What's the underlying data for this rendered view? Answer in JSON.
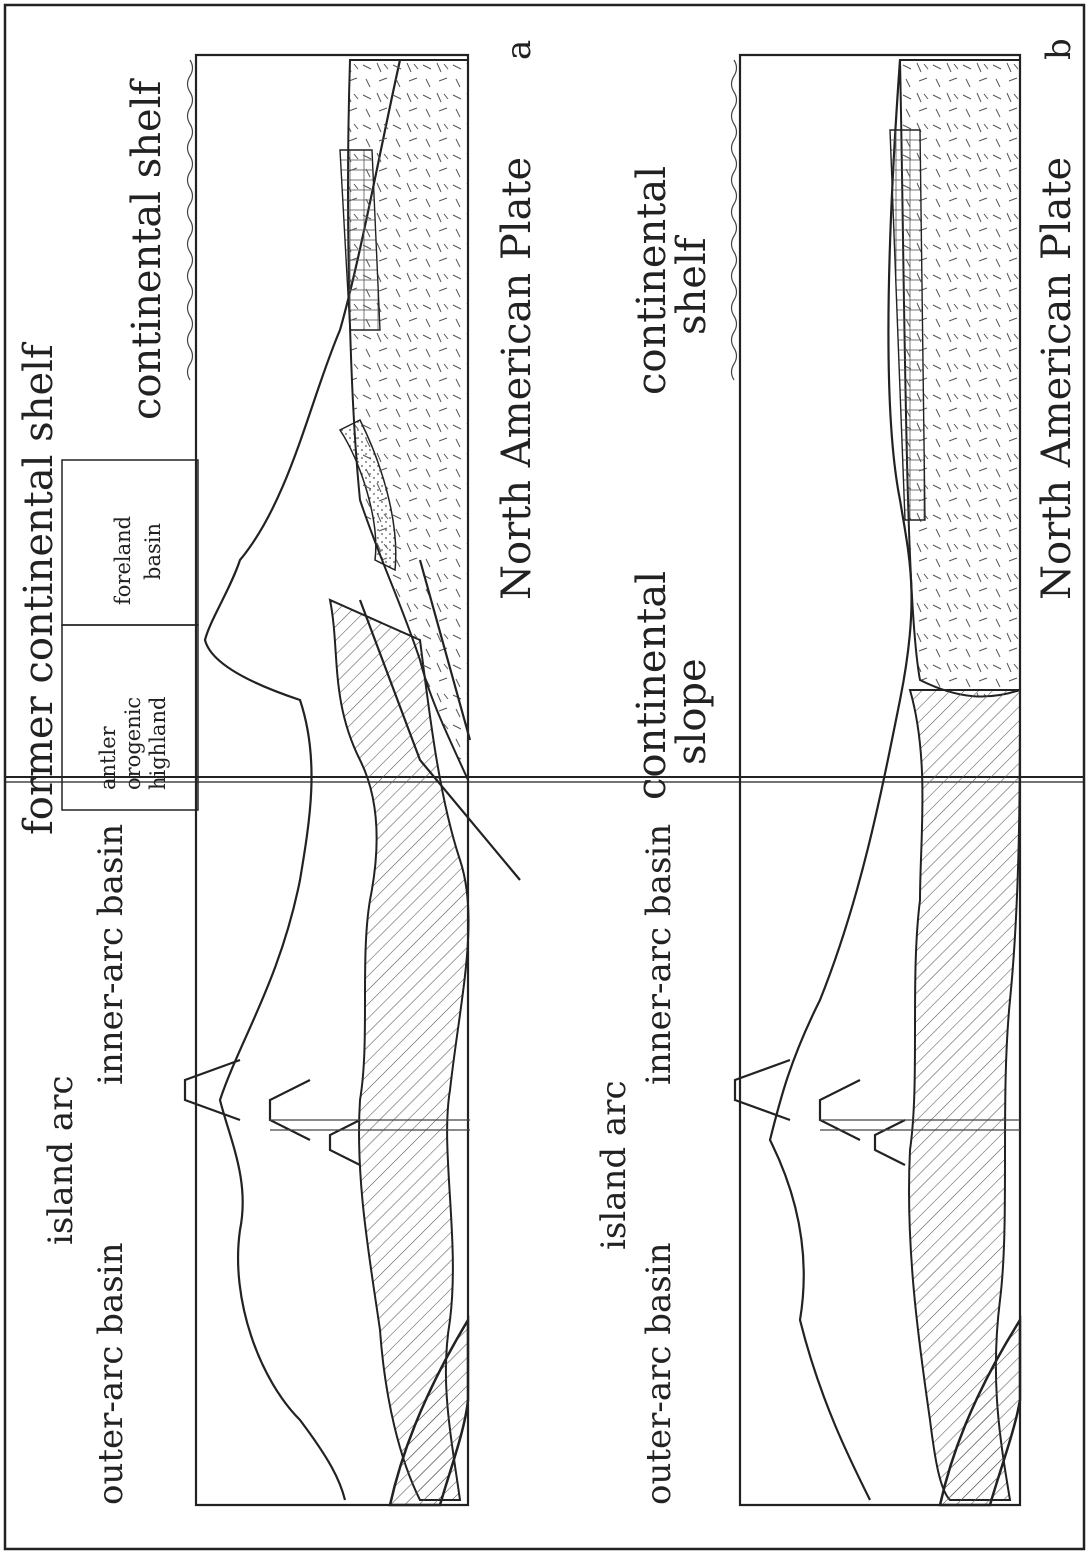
{
  "panels": [
    {
      "id": "a",
      "letter": "a",
      "labels": {
        "outer_arc_basin": "outer-arc basin",
        "island_arc": "island arc",
        "inner_arc_basin": "inner-arc basin",
        "former_continental_shelf": "former continental shelf",
        "antler_orogenic_highland": [
          "antler",
          "orogenic",
          "highland"
        ],
        "foreland_basin": [
          "foreland",
          "basin"
        ],
        "continental_shelf": "continental shelf",
        "plate": "North American Plate"
      }
    },
    {
      "id": "b",
      "letter": "b",
      "labels": {
        "outer_arc_basin": "outer-arc basin",
        "island_arc": "island arc",
        "inner_arc_basin": "inner-arc basin",
        "continental_slope": [
          "continental",
          "slope"
        ],
        "continental_shelf": [
          "continental",
          "shelf"
        ],
        "plate": "North American Plate"
      }
    }
  ],
  "colors": {
    "ink": "#222222",
    "background": "#ffffff"
  }
}
